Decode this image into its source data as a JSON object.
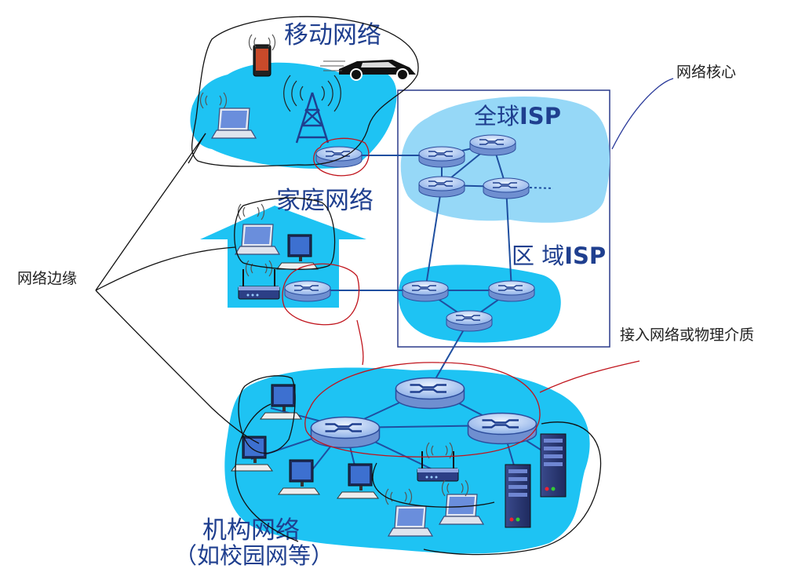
{
  "labels": {
    "mobile": "移动网络",
    "home": "家庭网络",
    "global_isp_prefix": "全球",
    "global_isp_suffix": "ISP",
    "regional_isp_prefix": "区 域",
    "regional_isp_suffix": "ISP",
    "institution_line1": "机构网络",
    "institution_line2": "（如校园网等）",
    "network_core": "网络核心",
    "network_edge": "网络边缘",
    "access_network": "接入网络或物理介质"
  },
  "colors": {
    "region_fill": "#1ec3f3",
    "global_isp_fill": "#96d8f7",
    "label_blue": "#1f3f8f",
    "link_blue": "#1f4fa0",
    "core_frame": "#2a3a8a",
    "annotation_red": "#c0141c",
    "annotation_black": "#111111"
  },
  "icons": [
    "router-icon",
    "phone-icon",
    "car-icon",
    "cell-tower-icon",
    "laptop-icon",
    "desktop-icon",
    "wireless-ap-icon",
    "server-icon"
  ]
}
